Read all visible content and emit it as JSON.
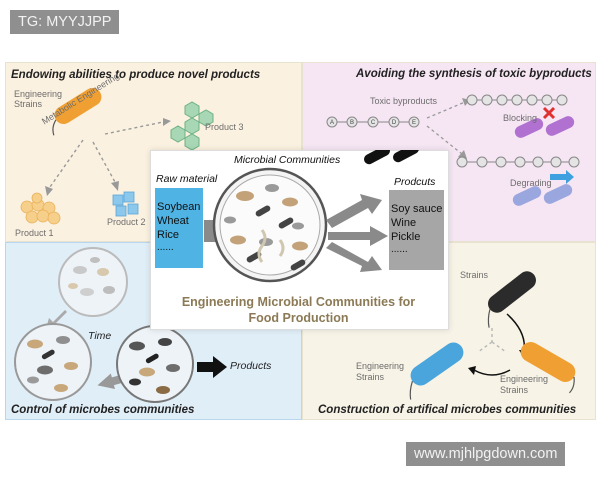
{
  "watermark_top": "TG: MYYJJPP",
  "watermark_bottom": "www.mjhlpgdown.com",
  "panel_top_left": {
    "title": "Endowing abilities to produce novel products",
    "engineering_strains": "Engineering Strains",
    "metabolic_engineering": "Metabolic Engineering",
    "product1": "Product 1",
    "product2": "Product 2",
    "product3": "Product 3"
  },
  "panel_top_right": {
    "title": "Avoiding the synthesis of toxic byproducts",
    "toxic_byproducts": "Toxic byproducts",
    "blocking": "Blocking",
    "degrading": "Degrading",
    "node_letters": [
      "A",
      "B",
      "C",
      "D",
      "E"
    ]
  },
  "panel_center": {
    "microbial_communities": "Microbial Communities",
    "raw_material": "Raw material",
    "raw_items": [
      "Soybean",
      "Wheat",
      "Rice",
      "......"
    ],
    "products_label": "Prodcuts",
    "product_items": [
      "Soy sauce",
      "Wine",
      "Pickle",
      "......"
    ],
    "title_line1": "Engineering Microbial Communities for",
    "title_line2": "Food Production"
  },
  "panel_bottom_left": {
    "title": "Control of microbes communities",
    "time": "Time",
    "products": "Products"
  },
  "panel_bottom_right": {
    "title": "Construction of artifical microbes communities",
    "strains": "Strains",
    "engineering_strains_left": "Engineering Strains",
    "engineering_strains_right": "Engineering Strains"
  },
  "colors": {
    "top_left_bg": "#fbf1e0",
    "top_right_bg": "#f6e6f4",
    "bottom_left_bg": "#e0eef8",
    "bottom_right_bg": "#f7f3e6",
    "raw_box": "#4fb3e3",
    "product_box": "#a6a6a6",
    "center_title": "#8b7a55",
    "orange": "#f0a033",
    "blue": "#4aa5dd"
  }
}
